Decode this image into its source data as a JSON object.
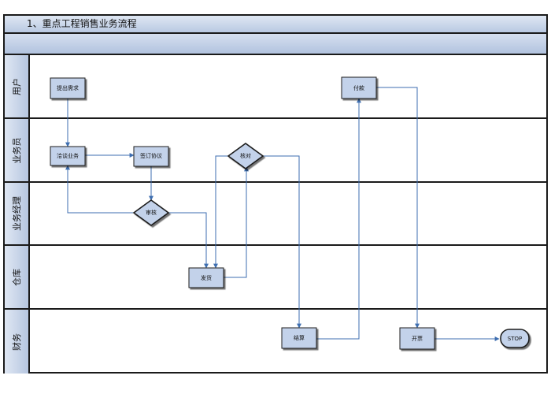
{
  "diagram": {
    "title": "1、重点工程销售业务流程",
    "lanes": [
      {
        "id": "user",
        "label": "用户"
      },
      {
        "id": "sales",
        "label": "业务员"
      },
      {
        "id": "manager",
        "label": "业务经理"
      },
      {
        "id": "warehouse",
        "label": "仓库"
      },
      {
        "id": "finance",
        "label": "财务"
      }
    ],
    "nodes": {
      "request": "提出需求",
      "negotiate": "洽谈业务",
      "sign": "签订协议",
      "approve": "审核",
      "verify": "核对",
      "ship": "发货",
      "settle": "结算",
      "pay": "付款",
      "invoice": "开票",
      "stop": "STOP"
    },
    "colors": {
      "box_fill": "#c3d2ea",
      "box_stroke": "#1f1f1f",
      "connector": "#3e6eb0",
      "header_fill": "#c8d6ec"
    }
  }
}
